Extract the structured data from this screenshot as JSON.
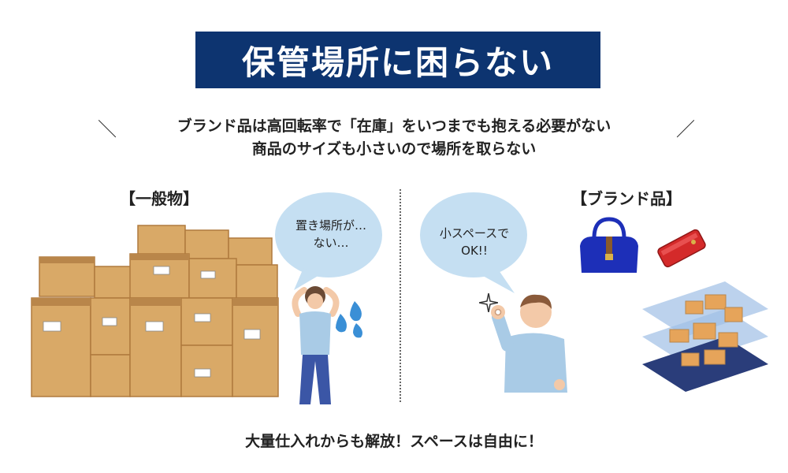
{
  "title": "保管場所に困らない",
  "subtitle": {
    "line1": "ブランド品は高回転率で「在庫」をいつまでも抱える必要がない",
    "line2": "商品のサイズも小さいので場所を取らない",
    "slash_left": "＼",
    "slash_right": "／"
  },
  "left_section": {
    "label": "【一般物】",
    "bubble_line1": "置き場所が…",
    "bubble_line2": "ない…"
  },
  "right_section": {
    "label": "【ブランド品】",
    "bubble_line1": "小スペースで",
    "bubble_line2": "OK!!"
  },
  "bottom_text": "大量仕入れからも解放！スペースは自由に！",
  "colors": {
    "banner": "#0d3470",
    "bubble": "#c5dff2",
    "box": "#d9a967",
    "box_dark": "#b9864a",
    "handbag": "#1d2fb8",
    "wallet": "#d42a2a",
    "shelf": "#2a3d7a"
  },
  "icons": [
    "cardboard-boxes-illustration",
    "stressed-person-illustration",
    "sweat-drops-icon",
    "ok-gesture-person-illustration",
    "sparkle-icon",
    "handbag-icon",
    "wallet-icon",
    "small-shelf-illustration"
  ]
}
